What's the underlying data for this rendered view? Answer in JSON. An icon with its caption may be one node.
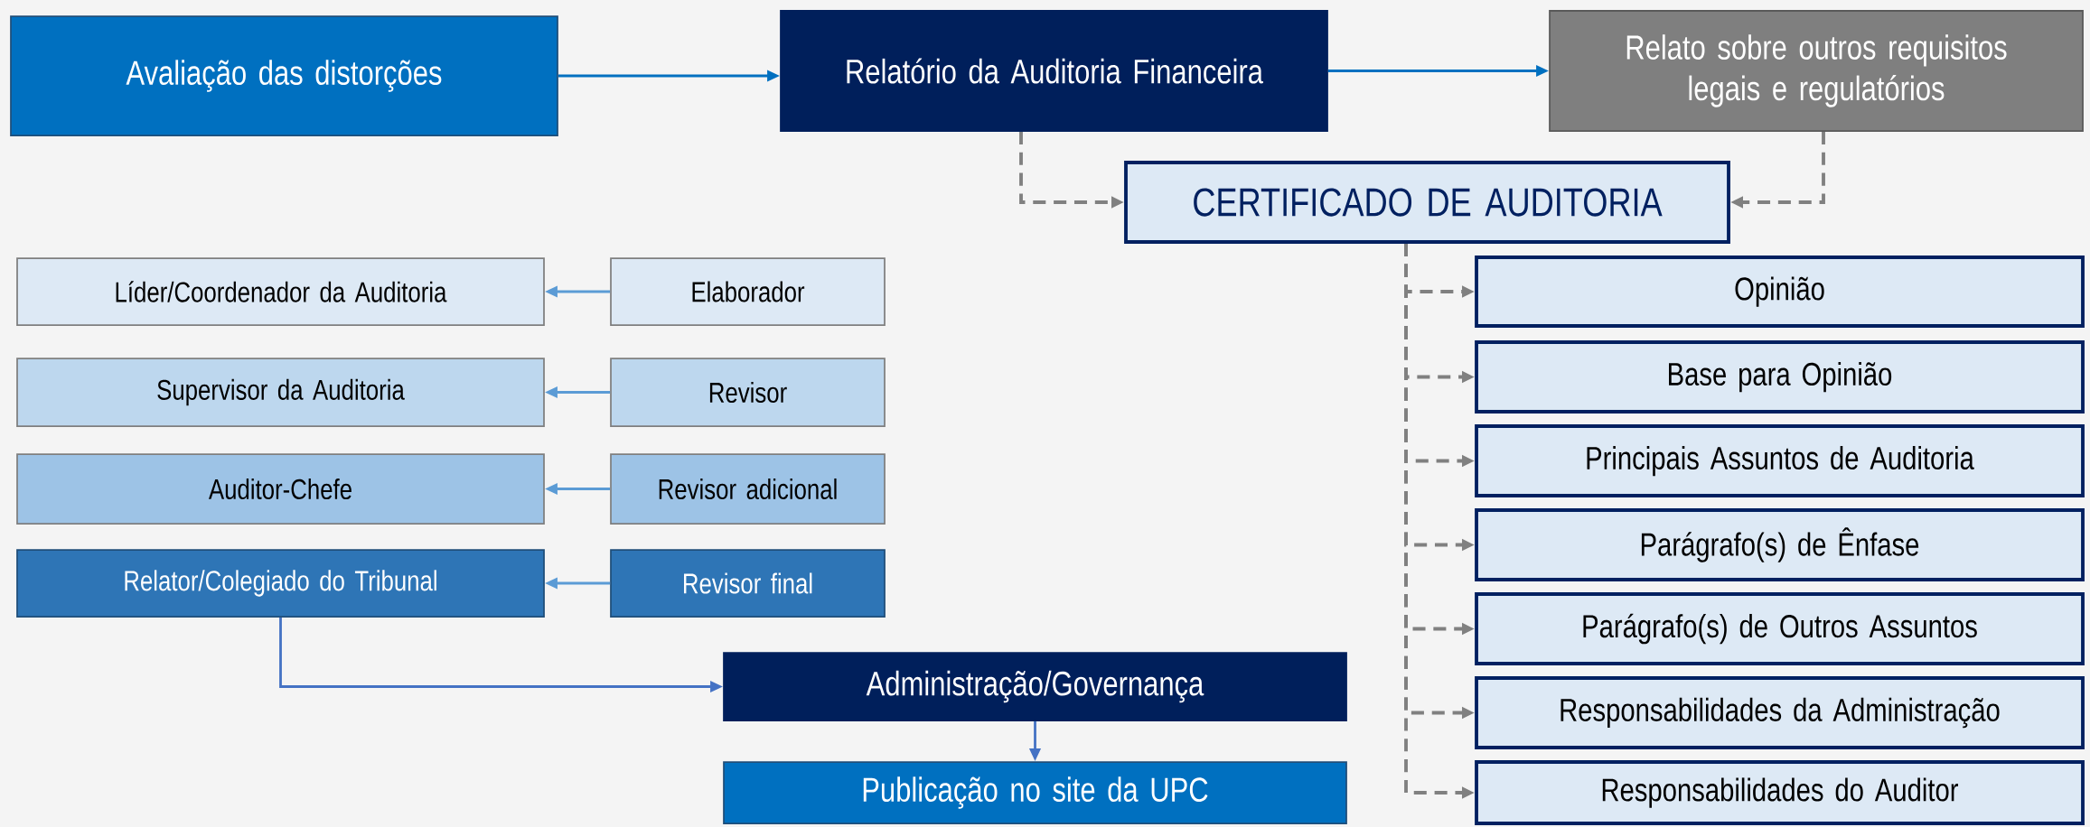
{
  "diagram": {
    "nodes": [
      {
        "text": [
          "Avaliação das distorções"
        ]
      },
      {
        "text": [
          "Relatório da Auditoria Financeira"
        ]
      },
      {
        "text": [
          "Relato sobre outros requisitos legais e regulatórios"
        ]
      },
      {
        "text": [
          "CERTIFICADO DE AUDITORIA"
        ]
      },
      {
        "text": [
          "Líder/Coordenador da Auditoria"
        ]
      },
      {
        "text": [
          "Elaborador"
        ]
      },
      {
        "text": [
          "Supervisor da Auditoria"
        ]
      },
      {
        "text": [
          "Revisor"
        ]
      },
      {
        "text": [
          "Auditor-Chefe"
        ]
      },
      {
        "text": [
          "Revisor adicional"
        ]
      },
      {
        "text": [
          "Relator/Colegiado do Tribunal"
        ]
      },
      {
        "text": [
          "Revisor final"
        ]
      },
      {
        "text": [
          "Opinião"
        ]
      },
      {
        "text": [
          "Base para Opinião"
        ]
      },
      {
        "text": [
          "Principais Assuntos de Auditoria"
        ]
      },
      {
        "text": [
          "Parágrafo(s) de Ênfase"
        ]
      },
      {
        "text": [
          "Parágrafo(s) de Outros Assuntos"
        ]
      },
      {
        "text": [
          "Responsabilidades da Administração"
        ]
      },
      {
        "text": [
          "Responsabilidades do Auditor"
        ]
      },
      {
        "text": [
          "Administração/Governança"
        ]
      },
      {
        "text": [
          "Publicação no site da UPC"
        ]
      }
    ],
    "edges": [
      {
        "from": 0,
        "to": 1,
        "arrow": "to",
        "color": "#0070c0"
      },
      {
        "from": 1,
        "to": 2,
        "arrow": "to",
        "color": "#0070c0"
      },
      {
        "from": 1,
        "to": 3,
        "arrow": "to",
        "style": "dashed",
        "color": "#808080"
      },
      {
        "from": 2,
        "to": 3,
        "arrow": "to",
        "style": "dashed",
        "color": "#808080"
      },
      {
        "from": 3,
        "to": 12,
        "arrow": "to",
        "style": "dashed",
        "color": "#808080"
      },
      {
        "from": 3,
        "to": 13,
        "arrow": "to",
        "style": "dashed",
        "color": "#808080"
      },
      {
        "from": 3,
        "to": 14,
        "arrow": "to",
        "style": "dashed",
        "color": "#808080"
      },
      {
        "from": 3,
        "to": 15,
        "arrow": "to",
        "style": "dashed",
        "color": "#808080"
      },
      {
        "from": 3,
        "to": 16,
        "arrow": "to",
        "style": "dashed",
        "color": "#808080"
      },
      {
        "from": 3,
        "to": 17,
        "arrow": "to",
        "style": "dashed",
        "color": "#808080"
      },
      {
        "from": 3,
        "to": 18,
        "arrow": "to",
        "style": "dashed",
        "color": "#808080"
      },
      {
        "from": 5,
        "to": 4,
        "arrow": "to",
        "color": "#5b9bd5"
      },
      {
        "from": 7,
        "to": 6,
        "arrow": "to",
        "color": "#5b9bd5"
      },
      {
        "from": 9,
        "to": 8,
        "arrow": "to",
        "color": "#5b9bd5"
      },
      {
        "from": 11,
        "to": 10,
        "arrow": "to",
        "color": "#5b9bd5"
      },
      {
        "from": 10,
        "to": 19,
        "arrow": "to",
        "color": "#4472c4"
      },
      {
        "from": 19,
        "to": 20,
        "arrow": "to",
        "color": "#4472c4"
      }
    ]
  }
}
